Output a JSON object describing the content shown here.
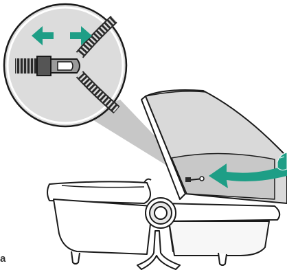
{
  "diagram": {
    "step_label": "a",
    "colors": {
      "outline": "#1a1a1a",
      "canopy_fill": "#d9d9d9",
      "canopy_shade": "#c8c8c8",
      "zoom_circle_fill": "#dcdcdc",
      "zoom_beam": "#bdbdbd",
      "arrow_teal": "#1e9e86",
      "zipper_dark": "#2b2b2b",
      "body_fill": "#ffffff"
    },
    "icons": {
      "zoom_arrow": "double-headed-arrow-left-right",
      "motion_arrow": "curved-arrow-left",
      "hand": "hand-icon"
    }
  }
}
